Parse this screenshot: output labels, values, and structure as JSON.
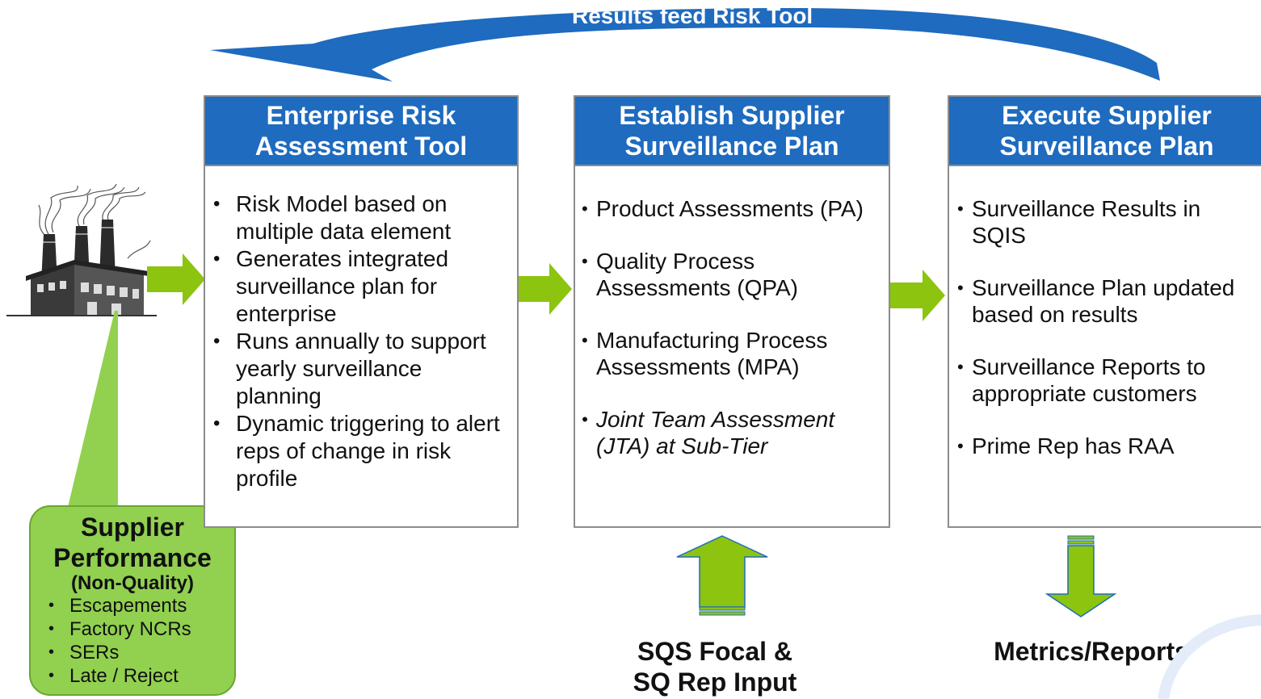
{
  "feedback_arrow": {
    "label": "Results feed Risk Tool"
  },
  "factory": {
    "icon": "factory-icon"
  },
  "supplier_performance": {
    "title_line1": "Supplier",
    "title_line2": "Performance",
    "subtitle": "(Non-Quality)",
    "items": [
      "Escapements",
      "Factory NCRs",
      "SERs",
      "Late / Reject"
    ]
  },
  "boxes": {
    "risk_tool": {
      "title_line1": "Enterprise Risk",
      "title_line2": "Assessment Tool",
      "items": [
        "Risk Model based on multiple data element",
        "Generates integrated surveillance plan for enterprise",
        "Runs annually to support yearly surveillance planning",
        "Dynamic triggering to alert reps of change in risk profile"
      ]
    },
    "establish_plan": {
      "title_line1": "Establish Supplier",
      "title_line2": "Surveillance Plan",
      "items": [
        "Product Assessments (PA)",
        "Quality Process Assessments (QPA)",
        "Manufacturing Process Assessments (MPA)",
        "Joint Team Assessment (JTA) at Sub-Tier"
      ]
    },
    "execute_plan": {
      "title_line1": "Execute Supplier",
      "title_line2": "Surveillance Plan",
      "items": [
        "Surveillance Results in SQIS",
        "Surveillance Plan updated based on results",
        "Surveillance Reports to appropriate customers",
        "Prime Rep has RAA"
      ]
    }
  },
  "inputs": {
    "sqs_line1": "SQS Focal &",
    "sqs_line2": "SQ Rep Input"
  },
  "outputs": {
    "metrics": "Metrics/Reports"
  },
  "colors": {
    "header_blue": "#1e6bbf",
    "arrow_blue": "#1e6bbf",
    "green": "#92d050",
    "arrow_green": "#8cc410"
  }
}
